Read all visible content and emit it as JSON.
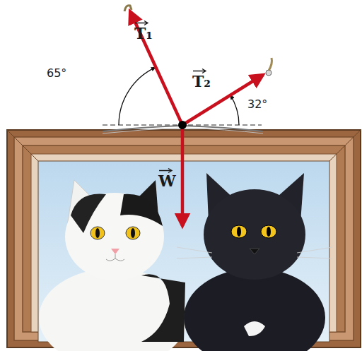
{
  "diagram": {
    "labels": [
      "T₁",
      "T₂",
      "W",
      "65°",
      "32°"
    ]
  }
}
